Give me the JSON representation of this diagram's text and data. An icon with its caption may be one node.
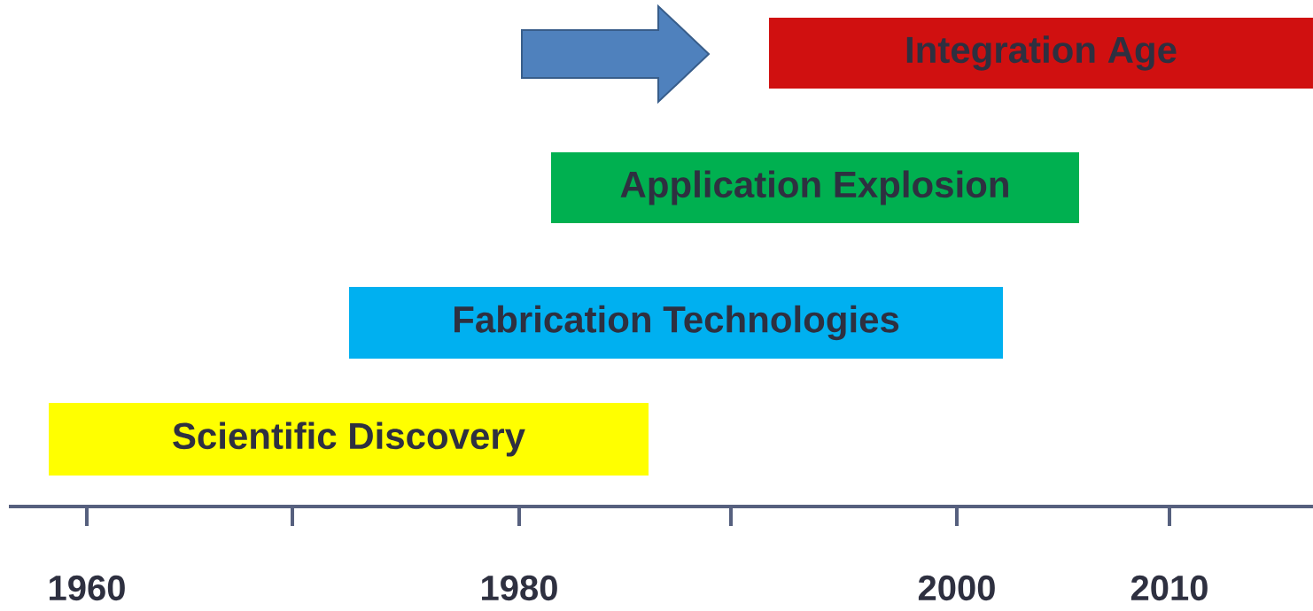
{
  "diagram": {
    "nodes": [
      {
        "text": [
          "Integration Age"
        ]
      },
      {
        "text": [
          "Application Explosion"
        ]
      },
      {
        "text": [
          "Fabrication Technologies"
        ]
      },
      {
        "text": [
          "Scientific Discovery"
        ]
      }
    ],
    "labels": [
      "1960",
      "1980",
      "2000",
      "2010"
    ]
  }
}
